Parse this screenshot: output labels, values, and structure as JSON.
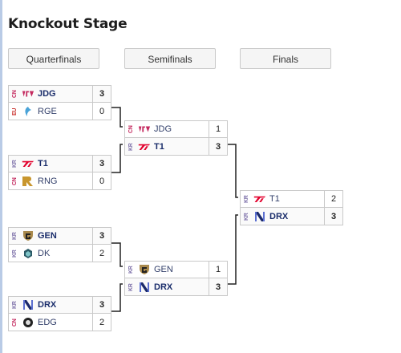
{
  "title": "Knockout Stage",
  "rounds": {
    "quarterfinals": "Quarterfinals",
    "semifinals": "Semifinals",
    "finals": "Finals"
  },
  "matches": {
    "qf1": {
      "t1": {
        "region": "CN",
        "name": "JDG",
        "score": "3",
        "logo": "jdg-logo"
      },
      "t2": {
        "region": "EU",
        "name": "RGE",
        "score": "0",
        "logo": "rge-logo"
      }
    },
    "qf2": {
      "t1": {
        "region": "KR",
        "name": "T1",
        "score": "3",
        "logo": "t1-logo"
      },
      "t2": {
        "region": "CN",
        "name": "RNG",
        "score": "0",
        "logo": "rng-logo"
      }
    },
    "qf3": {
      "t1": {
        "region": "KR",
        "name": "GEN",
        "score": "3",
        "logo": "gen-logo"
      },
      "t2": {
        "region": "KR",
        "name": "DK",
        "score": "2",
        "logo": "dk-logo"
      }
    },
    "qf4": {
      "t1": {
        "region": "KR",
        "name": "DRX",
        "score": "3",
        "logo": "drx-logo"
      },
      "t2": {
        "region": "CN",
        "name": "EDG",
        "score": "2",
        "logo": "edg-logo"
      }
    },
    "sf1": {
      "t1": {
        "region": "CN",
        "name": "JDG",
        "score": "1",
        "logo": "jdg-logo"
      },
      "t2": {
        "region": "KR",
        "name": "T1",
        "score": "3",
        "logo": "t1-logo"
      }
    },
    "sf2": {
      "t1": {
        "region": "KR",
        "name": "GEN",
        "score": "1",
        "logo": "gen-logo"
      },
      "t2": {
        "region": "KR",
        "name": "DRX",
        "score": "3",
        "logo": "drx-logo"
      }
    },
    "final": {
      "t1": {
        "region": "KR",
        "name": "T1",
        "score": "2",
        "logo": "t1-logo"
      },
      "t2": {
        "region": "KR",
        "name": "DRX",
        "score": "3",
        "logo": "drx-logo"
      }
    }
  },
  "colors": {
    "winner_text": "#1a2d6b",
    "border": "#c9c9c9",
    "header_bg": "#f5f5f5",
    "connector": "#222222",
    "region_cn": "#c42a5f",
    "region_kr": "#7b6ea8",
    "region_eu": "#c9302c"
  }
}
